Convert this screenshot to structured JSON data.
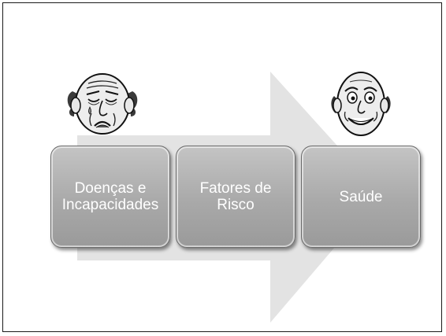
{
  "diagram": {
    "steps": [
      {
        "line1": "Doenças e",
        "line2": "Incapacidades"
      },
      {
        "line1": "Fatores de",
        "line2": "Risco"
      },
      {
        "line1": "Saúde",
        "line2": ""
      }
    ],
    "faces": [
      "sad-face-icon",
      "happy-face-icon"
    ],
    "colors": {
      "arrow": "#e3e3e3",
      "box": "#a9a9a9",
      "text": "#ffffff"
    }
  }
}
